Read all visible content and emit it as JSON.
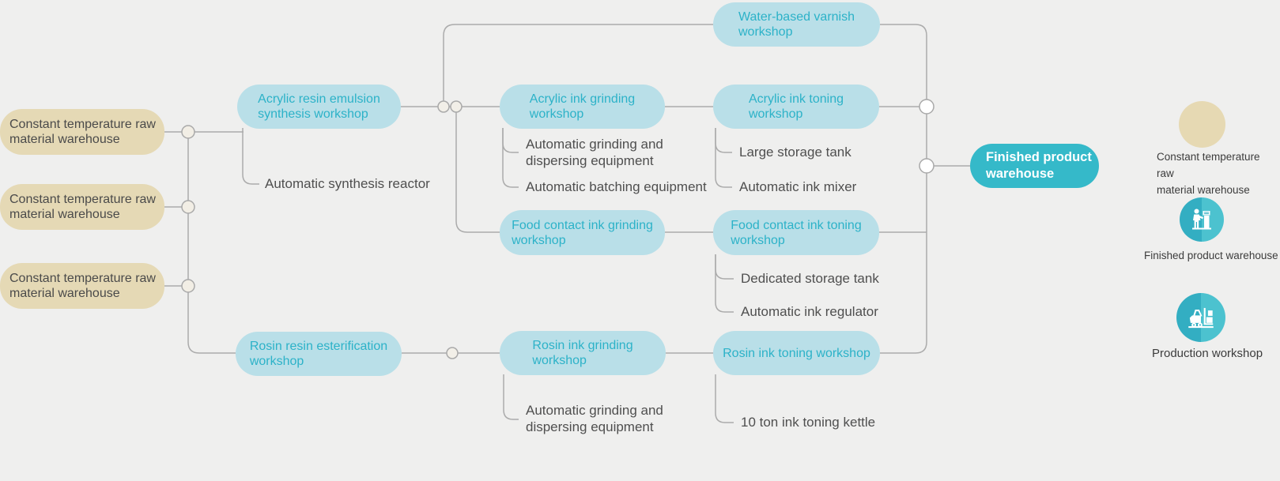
{
  "diagram": {
    "raw_material_warehouses": [
      {
        "label": "Constant temperature raw\nmaterial warehouse"
      },
      {
        "label": "Constant temperature raw\nmaterial warehouse"
      },
      {
        "label": "Constant temperature raw\nmaterial warehouse"
      }
    ],
    "workshops": {
      "acrylic_resin": {
        "label": "Acrylic resin emulsion\nsynthesis workshop",
        "equipment": [
          "Automatic synthesis reactor"
        ]
      },
      "water_varnish": {
        "label": "Water-based varnish\nworkshop"
      },
      "acrylic_grinding": {
        "label": "Acrylic ink grinding\nworkshop",
        "equipment": [
          "Automatic grinding and\ndispersing equipment",
          "Automatic batching equipment"
        ]
      },
      "acrylic_toning": {
        "label": "Acrylic ink toning\nworkshop",
        "equipment": [
          "Large storage tank",
          "Automatic ink mixer"
        ]
      },
      "food_contact_grinding": {
        "label": "Food contact ink grinding\nworkshop"
      },
      "food_contact_toning": {
        "label": "Food contact ink toning\nworkshop",
        "equipment": [
          "Dedicated storage tank",
          "Automatic ink regulator"
        ]
      },
      "rosin_esterification": {
        "label": "Rosin resin esterification\nworkshop"
      },
      "rosin_grinding": {
        "label": "Rosin ink grinding\nworkshop",
        "equipment": [
          "Automatic grinding and\ndispersing equipment"
        ]
      },
      "rosin_toning": {
        "label": "Rosin ink toning workshop",
        "equipment": [
          "10 ton ink toning kettle"
        ]
      }
    },
    "finished_warehouse": {
      "label": "Finished product\nwarehouse"
    }
  },
  "legend": {
    "items": [
      {
        "icon": "raw-material-warehouse-circle",
        "label": "Constant temperature raw\nmaterial warehouse"
      },
      {
        "icon": "worker-at-machine",
        "label": "Finished product warehouse"
      },
      {
        "icon": "forklift",
        "label": "Production workshop"
      }
    ]
  },
  "colors": {
    "background": "#efefee",
    "workshop_fill": "#b9dfe8",
    "workshop_text": "#2cb2c8",
    "raw_warehouse_fill": "#e5d9b5",
    "finished_fill": "#35b9c9",
    "finished_text": "#ffffff",
    "connector": "#ababab",
    "equipment_text": "#4f4f4f"
  }
}
